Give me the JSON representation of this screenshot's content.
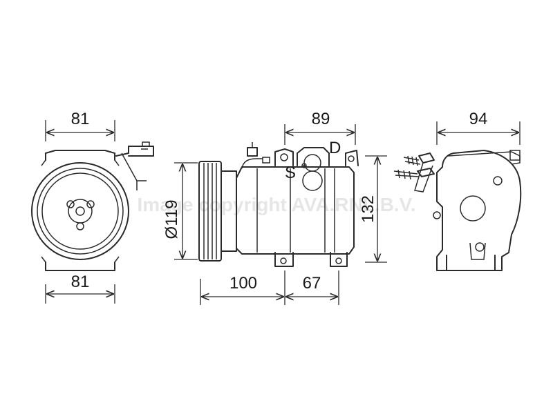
{
  "dimensions": {
    "front_top": "81",
    "front_bottom": "81",
    "side_top": "89",
    "side_bottom_left": "100",
    "side_bottom_right": "67",
    "side_height": "132",
    "pulley_diameter": "Ø119",
    "rear_top": "94"
  },
  "port_labels": {
    "discharge": "D",
    "suction": "S"
  },
  "watermark": "Image copyright AVA.RNL.B.V."
}
